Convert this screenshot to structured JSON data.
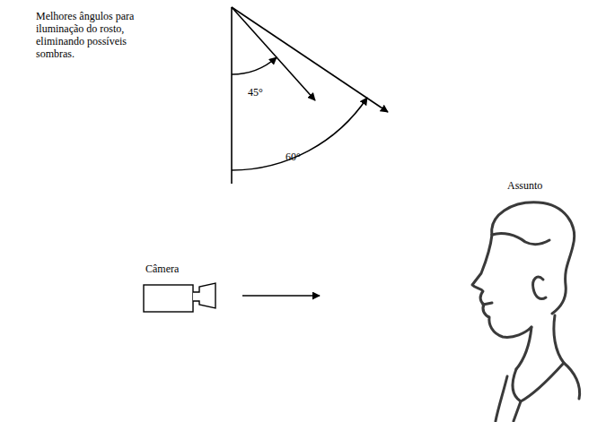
{
  "diagram": {
    "labels": [
      "Melhores ângulos para iluminação do rosto, eliminando possíveis sombras.",
      "45°",
      "60°",
      "Câmera",
      "Assunto"
    ]
  }
}
